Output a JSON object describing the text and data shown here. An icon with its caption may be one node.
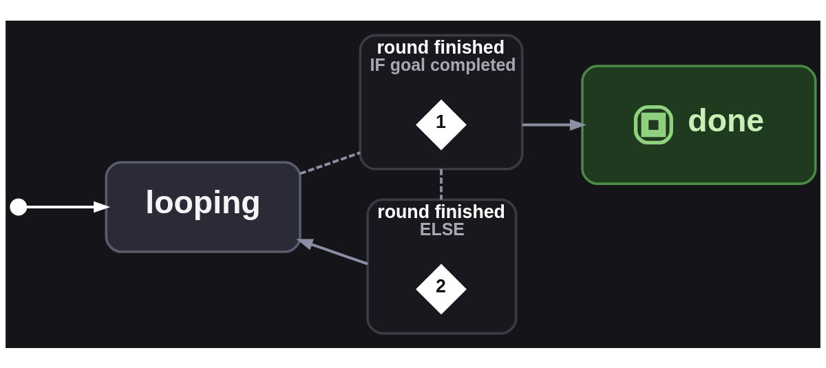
{
  "diagram": {
    "nodes": [
      {
        "text": [],
        "shape": "circle"
      },
      {
        "text": [
          "looping"
        ]
      },
      {
        "text": [
          "round finished",
          "IF goal completed"
        ]
      },
      {
        "text": [
          "1"
        ],
        "in": 2
      },
      {
        "text": [
          "done"
        ]
      },
      {
        "text": [
          "round finished",
          "ELSE"
        ]
      },
      {
        "text": [
          "2"
        ],
        "in": 5
      }
    ],
    "edges": [
      {
        "from": 0,
        "to": 1,
        "arrow": "to",
        "color": "#ffffff"
      },
      {
        "from": 1,
        "to": 2,
        "arrow": "none",
        "style": "dashed"
      },
      {
        "from": 2,
        "to": 4,
        "arrow": "to"
      },
      {
        "from": 2,
        "to": 5,
        "arrow": "none",
        "style": "dashed"
      },
      {
        "from": 5,
        "to": 1,
        "arrow": "to"
      }
    ]
  }
}
